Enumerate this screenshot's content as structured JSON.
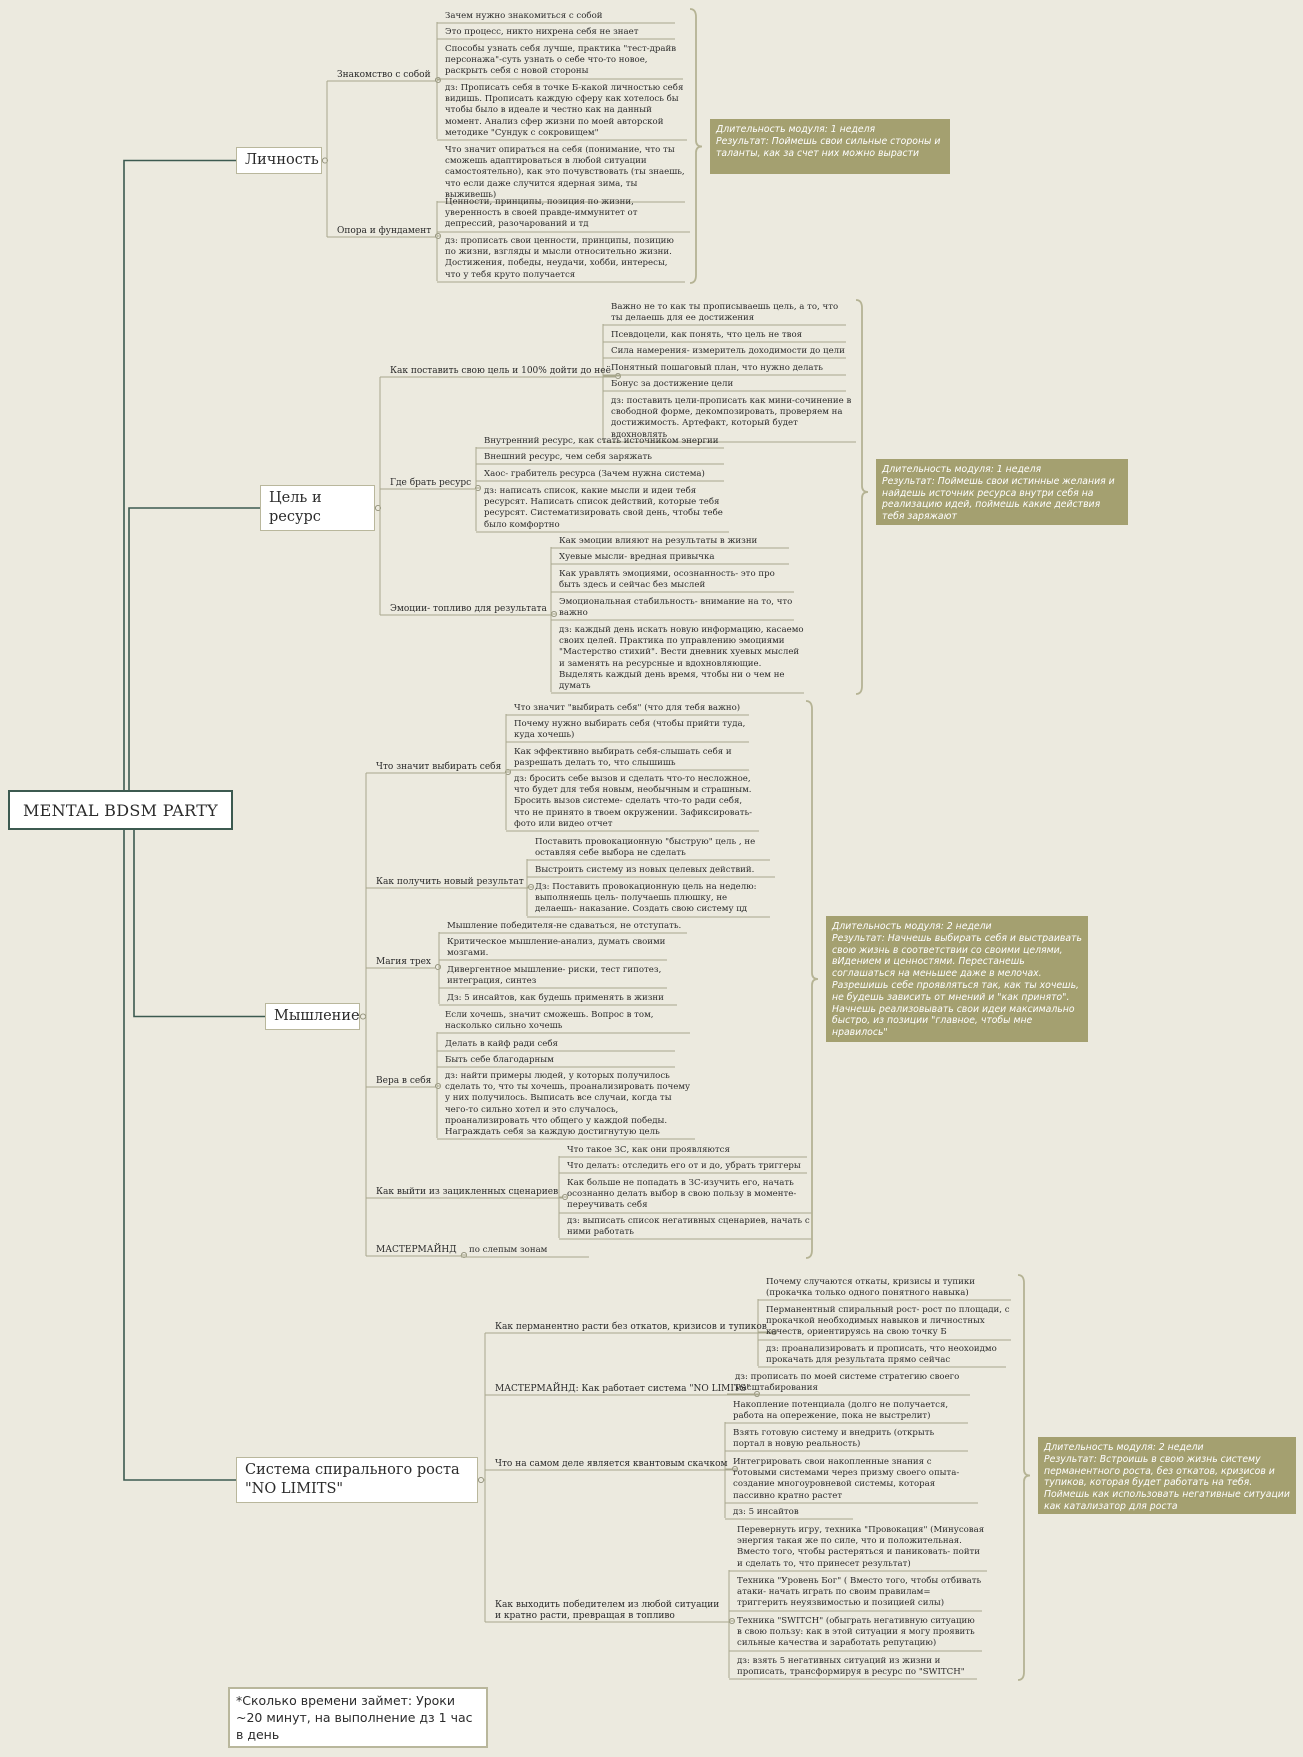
{
  "root": "MENTAL BDSM PARTY",
  "modules": [
    {
      "title": "Личность",
      "summary": "Длительность модуля: 1 неделя\nРезультат: Поймешь свои сильные стороны и таланты, как за счет них можно вырасти",
      "branches": [
        {
          "label": "Знакомство с собой",
          "items": [
            "Зачем нужно знакомиться с собой",
            "Это процесс, никто нихрена себя не знает",
            "Способы узнать себя лучше, практика \"тест-драйв персонажа\"-суть узнать о себе что-то новое, раскрыть себя с новой стороны",
            "дз: Прописать себя в точке Б-какой личностью себя видишь. Прописать каждую сферу как хотелось бы чтобы было в идеале и честно как на данный момент. Анализ сфер жизни по моей авторской методике \"Сундук с сокровищем\""
          ]
        },
        {
          "label": "Опора и фундамент",
          "items": [
            "Что значит опираться на себя (понимание, что ты сможешь адаптироваться в любой ситуации самостоятельно), как это почувствовать (ты знаешь, что если даже случится ядерная зима, ты выживешь)",
            "Ценности, принципы, позиция по жизни, уверенность в своей правде-иммунитет от депрессий, разочарований и тд",
            "дз: прописать свои ценности, принципы, позицию по жизни, взгляды и мысли относительно жизни. Достижения, победы, неудачи, хобби, интересы, что у тебя круто получается"
          ]
        }
      ]
    },
    {
      "title": "Цель и ресурс",
      "summary": "Длительность модуля: 1 неделя\nРезультат: Поймешь свои истинные желания и найдешь источник ресурса внутри себя на реализацию идей, поймешь какие действия тебя заряжают",
      "branches": [
        {
          "label": "Как поставить свою цель и 100% дойти до неё",
          "items": [
            "Важно не то как ты прописываешь цель, а то, что ты делаешь для ее достижения",
            "Псевдоцели, как понять, что цель не твоя",
            "Сила намерения- измеритель доходимости до цели",
            "Понятный пошаговый план, что нужно делать",
            "Бонус за достижение цели",
            "дз: поставить цели-прописать как мини-сочинение в свободной форме, декомпозировать, проверяем на достижимость. Артефакт, который будет вдохновлять"
          ]
        },
        {
          "label": "Где брать ресурс",
          "items": [
            "Внутренний ресурс, как стать источником энергии",
            "Внешний ресурс, чем себя заряжать",
            "Хаос- грабитель ресурса (Зачем нужна система)",
            "дз: написать список, какие мысли и идеи тебя ресурсят. Написать список действий, которые тебя ресурсят. Систематизировать свой день, чтобы тебе было комфортно"
          ]
        },
        {
          "label": "Эмоции- топливо для результата",
          "items": [
            "Как эмоции влияют на результаты в жизни",
            "Хуевые мысли- вредная привычка",
            "Как уравлять эмоциями, осознанность- это про быть здесь и сейчас без мыслей",
            "Эмоциональная стабильность- внимание на то, что важно",
            "дз: каждый день искать новую информацию, касаемо своих целей. Практика по управлению эмоциями \"Мастерство стихий\". Вести дневник хуевых мыслей и заменять на ресурсные и вдохновляющие. Выделять каждый день время, чтобы ни о чем не думать"
          ]
        }
      ]
    },
    {
      "title": "Мышление",
      "summary": "Длительность модуля: 2 недели\nРезультат: Начнешь выбирать себя и выстраивать свою жизнь в соответствии со своими целями, вИдением и ценностями. Перестанешь соглашаться на меньшее даже в мелочах. Разрешишь себе проявляться так, как ты хочешь, не будешь зависить от мнений и \"как принято\". Начнешь реализовывать свои идеи максимально быстро, из позиции \"главное, чтобы мне нравилось\"",
      "branches": [
        {
          "label": "Что значит выбирать себя",
          "items": [
            "Что значит \"выбирать себя\" (что для тебя важно)",
            "Почему нужно выбирать себя (чтобы прийти туда, куда хочешь)",
            "Как эффективно выбирать себя-слышать себя и разрешать делать то, что слышишь",
            "дз: бросить себе вызов и сделать что-то несложное, что будет для тебя новым, необычным и страшным. Бросить вызов системе- сделать что-то ради себя, что не принято в твоем окружении. Зафиксировать- фото или видео отчет"
          ]
        },
        {
          "label": "Как получить новый результат",
          "items": [
            "Поставить провокационную \"быструю\" цель , не оставляя себе выбора не сделать",
            "Выстроить систему из новых целевых действий.",
            "Дз: Поставить провокационную цель на неделю: выполняешь цель- получаешь плюшку, не делаешь- наказание. Создать свою систему цд"
          ]
        },
        {
          "label": "Магия трех",
          "items": [
            "Мышление победителя-не сдаваться, не отступать.",
            "Критическое мышление-анализ, думать своими мозгами.",
            "Дивергентное мышление- риски, тест гипотез, интеграция, синтез",
            "Дз: 5 инсайтов, как будешь применять в жизни"
          ]
        },
        {
          "label": "Вера в себя",
          "items": [
            "Если хочешь, значит сможешь. Вопрос в том, насколько сильно хочешь",
            "Делать в кайф ради себя",
            "Быть себе благодарным",
            "дз: найти примеры людей, у которых получилось сделать то, что ты хочешь, проанализировать почему у них получилось. Выписать все случаи, когда ты чего-то сильно хотел и это случалось, проанализировать что общего у каждой победы. Награждать себя за каждую достигнутую цель"
          ]
        },
        {
          "label": "Как выйти из зацикленных сценариев",
          "items": [
            "Что такое ЗС, как они проявляются",
            "Что делать: отследить его от и до, убрать триггеры",
            "Как больше не попадать в ЗС-изучить его, начать осознанно делать выбор в свою пользу в моменте- переучивать себя",
            "дз: выписать список негативных сценариев, начать с ними работать"
          ]
        },
        {
          "label": "МАСТЕРМАЙНД",
          "items": [
            "по слепым зонам"
          ]
        }
      ]
    },
    {
      "title": "Система спирального роста \"NO LIMITS\"",
      "summary": "Длительность модуля: 2 недели\nРезультат: Встроишь в свою жизнь систему перманентного роста, без откатов, кризисов и тупиков, которая будет работать на тебя. Поймешь как использовать негативные ситуации как катализатор для роста",
      "branches": [
        {
          "label": "Как перманентно расти без откатов, кризисов и тупиков",
          "items": [
            "Почему случаются откаты, кризисы и тупики (прокачка только одного понятного навыка)",
            "Перманентный спиральный рост- рост по площади, с прокачкой необходимых навыков и личностных качеств, ориентируясь на свою точку Б",
            "дз: проанализировать и прописать, что неохоидмо прокачать для результата прямо сейчас"
          ]
        },
        {
          "label": "МАСТЕРМАЙНД: Как работает система \"NO LIMITS\"",
          "items": [
            "дз: прописать по моей системе стратегию своего масштабирования"
          ]
        },
        {
          "label": "Что на самом деле является квантовым скачком",
          "items": [
            "Накопление потенциала (долго не получается, работа на опережение, пока не выстрелит)",
            "Взять готовую систему и внедрить (открыть портал в новую реальность)",
            "Интегрировать свои накопленные знания с готовыми системами через призму своего опыта- создание многоуровневой системы, которая пассивно кратно растет",
            "дз: 5 инсайтов"
          ]
        },
        {
          "label": "Как выходить победителем из любой ситуации и кратно расти, превращая в топливо",
          "items": [
            "Перевернуть игру, техника \"Провокация\" (Минусовая энергия такая же по силе, что и положительная. Вместо того, чтобы растеряться и паниковать- пойти и сделать то, что принесет результат)",
            "Техника \"Уровень Бог\" ( Вместо того, чтобы отбивать атаки- начать играть по своим правилам= триггерить неуязвимостью и позицией силы)",
            "Техника \"SWITCH\" (обыграть негативную ситуацию в свою пользу: как в этой ситуации я могу проявить сильные качества и заработать репутацию)",
            "дз: взять 5 негативных ситуаций из жизни и прописать, трансформируя в ресурс по \"SWITCH\""
          ]
        }
      ]
    }
  ],
  "note": "*Сколько времени займет: Уроки ~20 минут, на выполнение дз 1 час в день",
  "colors": {
    "background": "#eceadf",
    "summary": "#a4a070",
    "line": "#a8a78c",
    "trunk": "#3c5a50"
  }
}
